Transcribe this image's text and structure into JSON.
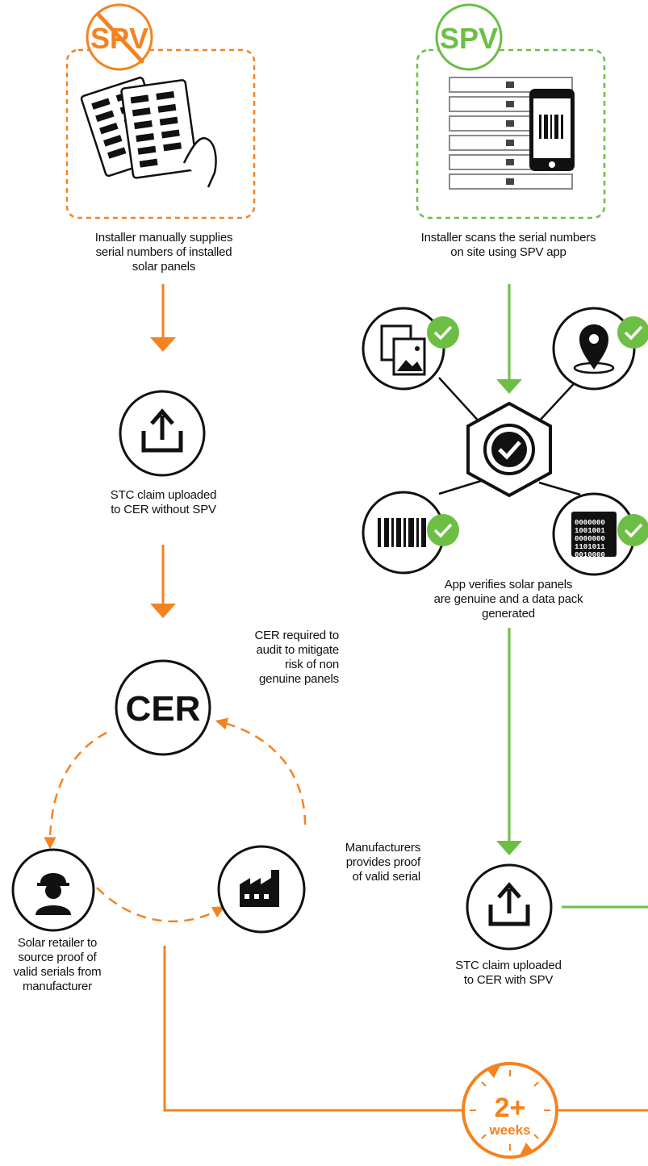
{
  "colors": {
    "orange": "#F58220",
    "green": "#6CBE45",
    "black": "#111111",
    "grey": "#9a9a9a"
  },
  "badges": {
    "left_spv": "SPV",
    "right_spv": "SPV",
    "cer": "CER",
    "weeks_number": "2+",
    "weeks_word": "weeks"
  },
  "left_flow": {
    "manual_supply": [
      "Installer manually supplies",
      "serial numbers of installed",
      "solar panels"
    ],
    "upload_without_spv": [
      "STC claim uploaded",
      "to CER without SPV"
    ],
    "cer_audit": [
      "CER required to",
      "audit to mitigate",
      "risk of non",
      "genuine panels"
    ],
    "manufacturer_proof": [
      "Manufacturers",
      "provides proof",
      "of valid serial"
    ],
    "retailer_source": [
      "Solar retailer to",
      "source proof of",
      "valid serials from",
      "manufacturer"
    ]
  },
  "right_flow": {
    "scan_onsite": [
      "Installer scans the serial numbers",
      "on site using SPV app"
    ],
    "app_verifies": [
      "App verifies solar panels",
      "are genuine and a data pack",
      "generated"
    ],
    "upload_with_spv": [
      "STC claim uploaded",
      "to CER with SPV"
    ]
  },
  "icons": [
    "no-spv-badge-icon",
    "spv-badge-icon",
    "paper-serial-list-icon",
    "barcode-scan-phone-icon",
    "upload-icon",
    "images-icon",
    "location-pin-icon",
    "verified-hexagon-icon",
    "barcode-icon",
    "binary-data-icon",
    "worker-icon",
    "factory-icon",
    "cycle-weeks-icon"
  ]
}
